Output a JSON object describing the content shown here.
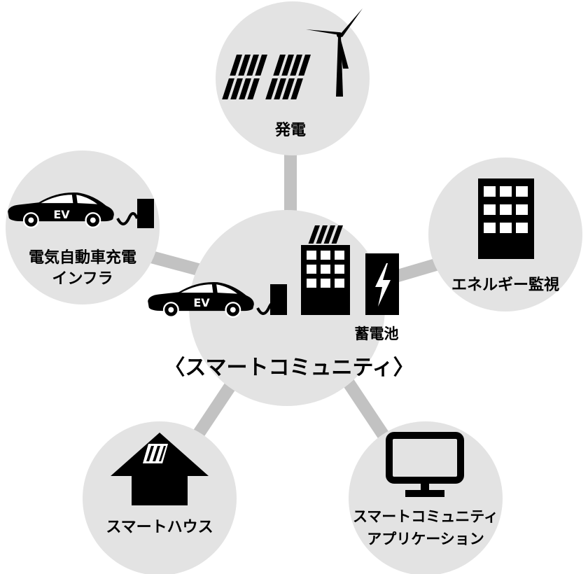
{
  "colors": {
    "node_fill": "#e3e3e3",
    "connector": "#c2c2c2",
    "icon": "#000000",
    "icon_on_dark": "#ffffff"
  },
  "center": {
    "title": "〈スマートコミュニティ〉",
    "battery_label": "蓄電池",
    "ev_badge": "EV"
  },
  "nodes": {
    "generation": {
      "label": "発電",
      "icon": "solar-panel-wind-turbine-icon"
    },
    "energy_monitoring": {
      "label": "エネルギー監視",
      "icon": "building-icon"
    },
    "ev_infra": {
      "label_line1": "電気自動車充電",
      "label_line2": "インフラ",
      "ev_badge": "EV",
      "icon": "ev-charging-icon"
    },
    "smart_house": {
      "label": "スマートハウス",
      "icon": "house-solar-icon"
    },
    "app": {
      "label_line1": "スマートコミュニティ",
      "label_line2": "アプリケーション",
      "icon": "monitor-icon"
    }
  }
}
